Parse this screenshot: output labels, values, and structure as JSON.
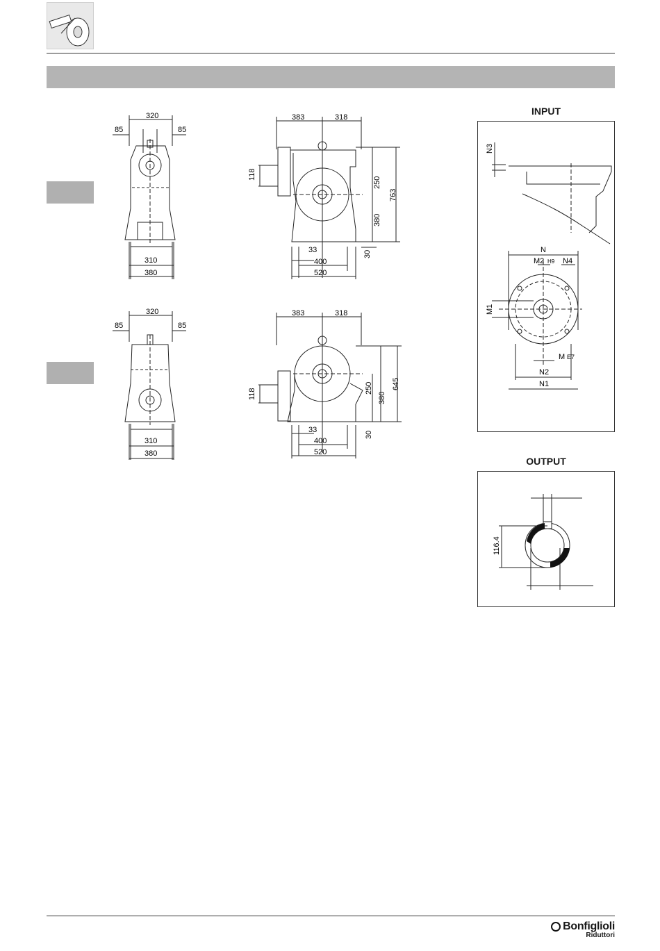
{
  "input_title": "INPUT",
  "output_title": "OUTPUT",
  "brand": {
    "name": "Bonfiglioli",
    "sub": "Riduttori"
  },
  "view_top_front": {
    "d1": "320",
    "d2": "85",
    "d3": "85",
    "d4": "310",
    "d5": "380"
  },
  "view_top_side": {
    "d1": "383",
    "d2": "318",
    "d3": "118",
    "d4": "250",
    "d5": "763",
    "d6": "380",
    "d7": "30",
    "d8": "33",
    "d9": "400",
    "d10": "520"
  },
  "view_bot_front": {
    "d1": "320",
    "d2": "85",
    "d3": "85",
    "d4": "310",
    "d5": "380"
  },
  "view_bot_side": {
    "d1": "383",
    "d2": "318",
    "d3": "118",
    "d4": "250",
    "d5": "380",
    "d6": "645",
    "d7": "30",
    "d8": "33",
    "d9": "400",
    "d10": "520"
  },
  "input_labels": {
    "n3": "N3",
    "n": "N",
    "m2": "M2",
    "h9": "H9",
    "n4": "N4",
    "m1": "M1",
    "m": "M",
    "e7": "E7",
    "n2": "N2",
    "n1": "N1"
  },
  "output_labels": {
    "d": "116.4"
  }
}
